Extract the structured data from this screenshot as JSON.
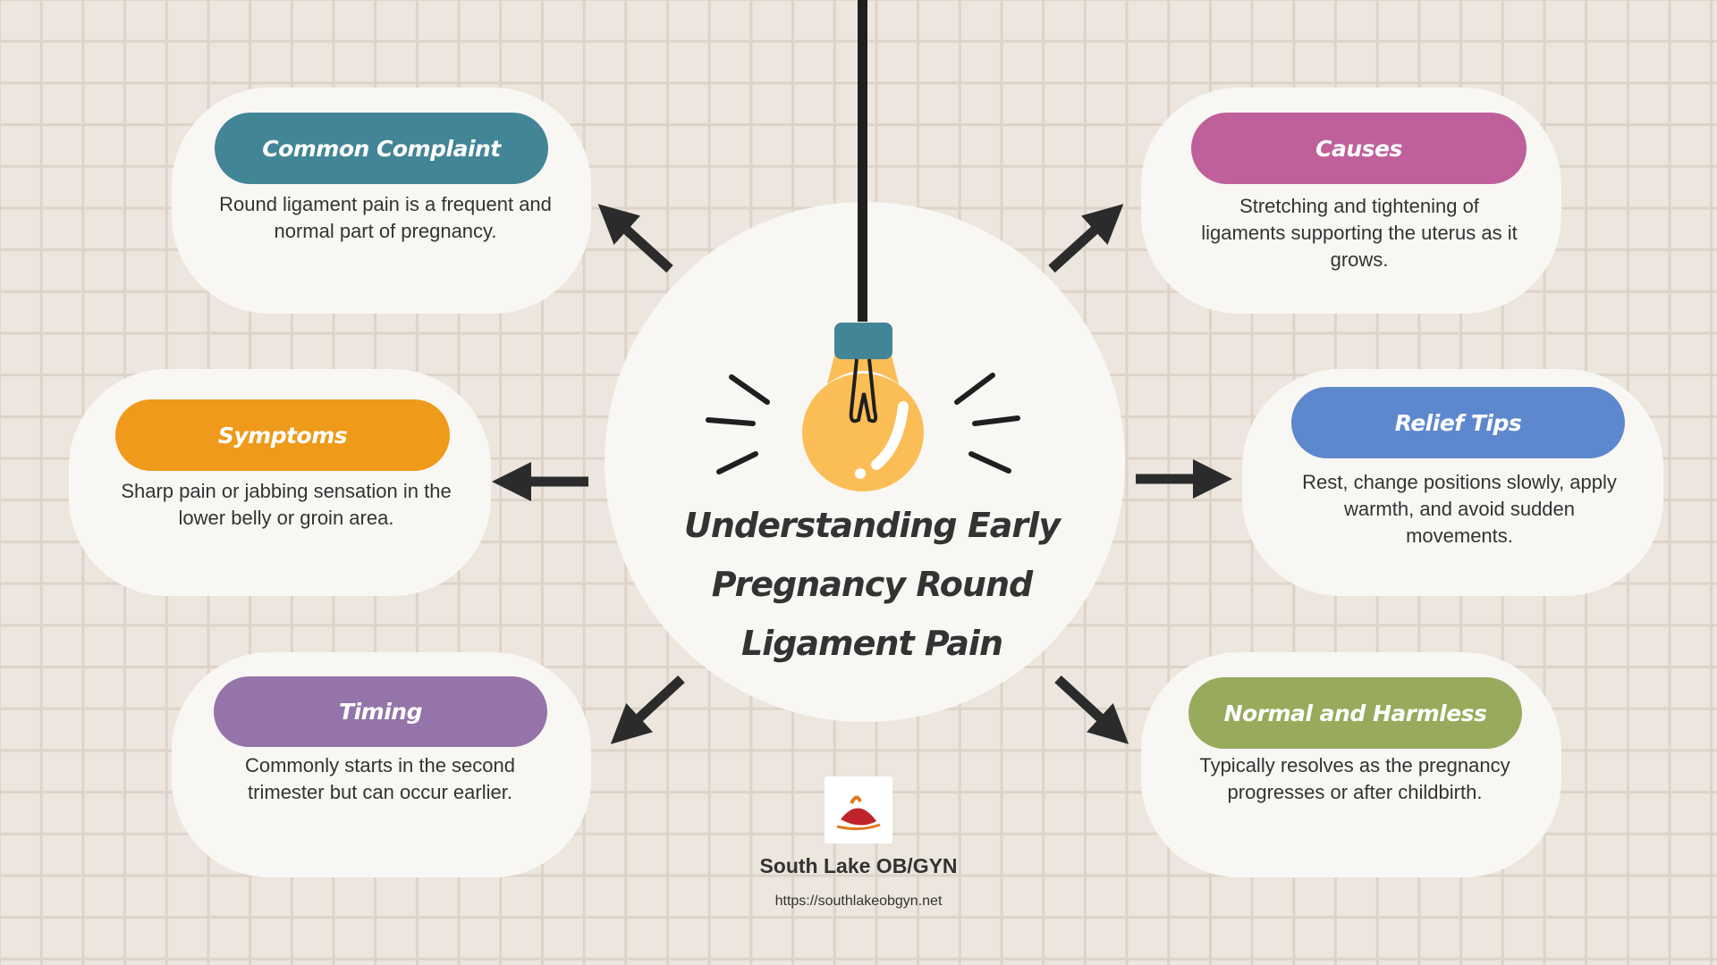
{
  "title": "Understanding Early Pregnancy Round Ligament Pain",
  "nodes": [
    {
      "label": "Common Complaint",
      "text": "Round ligament pain is a frequent and normal part of pregnancy.",
      "color": "#428597"
    },
    {
      "label": "Causes",
      "text": "Stretching and tightening of ligaments supporting the uterus as it grows.",
      "color": "#c0609b"
    },
    {
      "label": "Symptoms",
      "text": "Sharp pain or jabbing sensation in the lower belly or groin area.",
      "color": "#ef9a1a"
    },
    {
      "label": "Relief Tips",
      "text": "Rest, change positions slowly, apply warmth, and avoid sudden movements.",
      "color": "#5e88cd"
    },
    {
      "label": "Timing",
      "text": "Commonly starts in the second trimester but can occur earlier.",
      "color": "#9474a9"
    },
    {
      "label": "Normal and Harmless",
      "text": "Typically resolves as the pregnancy progresses or after childbirth.",
      "color": "#98ab5c"
    }
  ],
  "footer": {
    "org": "South Lake OB/GYN",
    "url": "https://southlakeobgyn.net"
  }
}
